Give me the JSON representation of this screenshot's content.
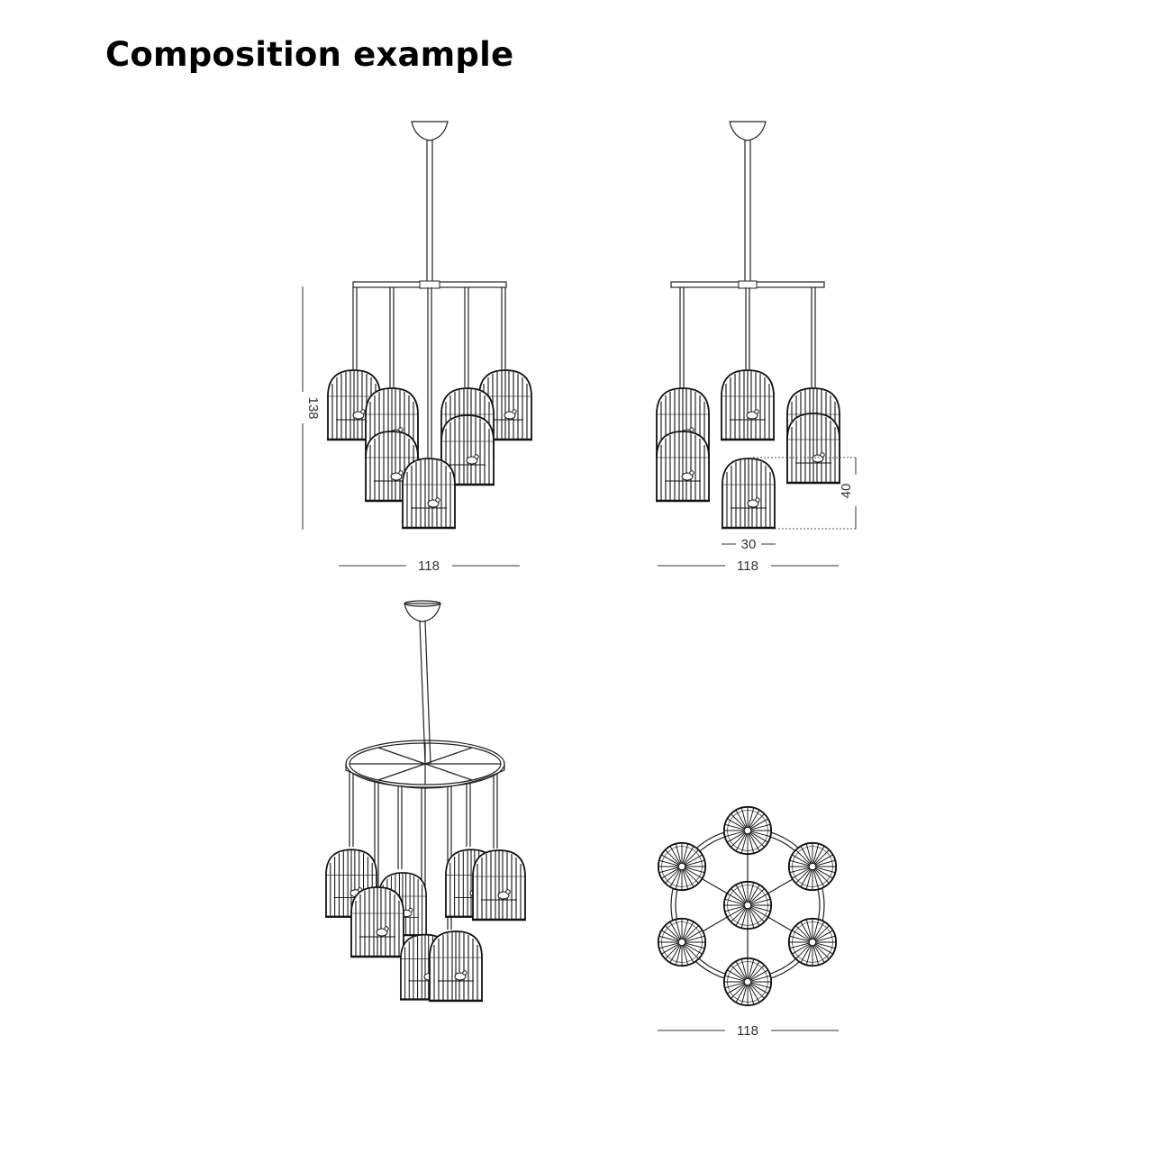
{
  "title": "Composition example",
  "dimensions": {
    "front_height": "138",
    "front_width": "118",
    "side_width": "118",
    "side_cage_width": "30",
    "side_cage_height": "40",
    "top_width": "118"
  }
}
